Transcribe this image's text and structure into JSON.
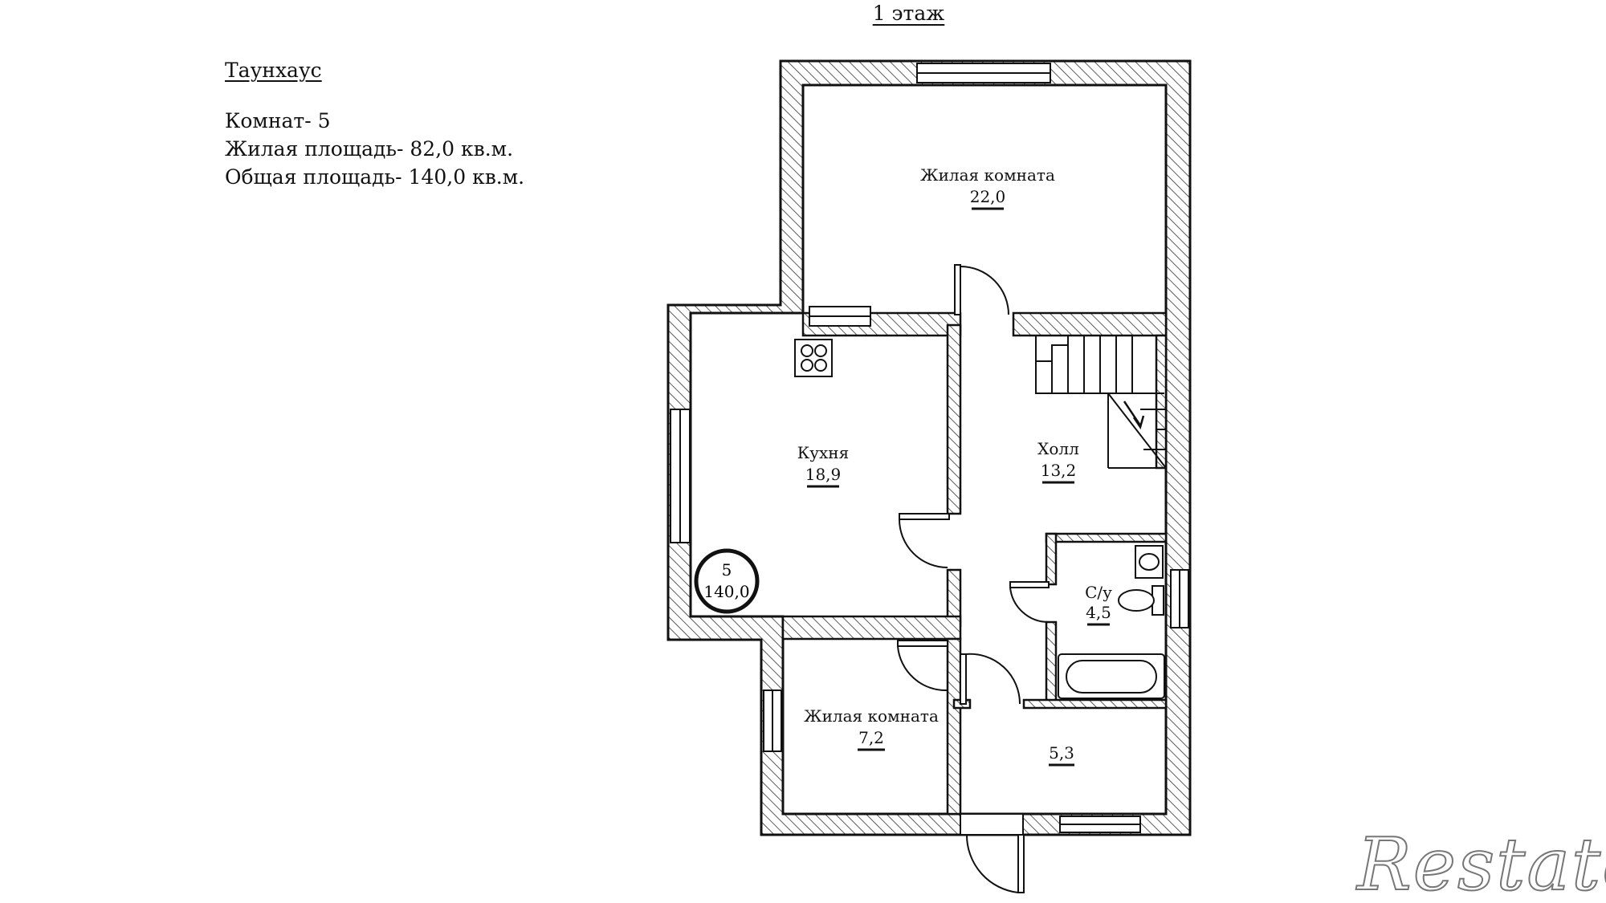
{
  "floor_label": "1 этаж",
  "info": {
    "title": "Таунхаус",
    "rooms": "Комнат- 5",
    "living_area": "Жилая площадь- 82,0 кв.м.",
    "total_area": "Общая площадь- 140,0 кв.м."
  },
  "rooms": {
    "living_big": {
      "name": "Жилая комната",
      "area": "22,0"
    },
    "kitchen": {
      "name": "Кухня",
      "area": "18,9"
    },
    "hall": {
      "name": "Холл",
      "area": "13,2"
    },
    "wc": {
      "name": "С/у",
      "area": "4,5"
    },
    "living_small": {
      "name": "Жилая комната",
      "area": "7,2"
    },
    "vestibule": {
      "area": "5,3"
    }
  },
  "badge": {
    "count": "5",
    "area": "140,0"
  },
  "watermark": "Restate"
}
